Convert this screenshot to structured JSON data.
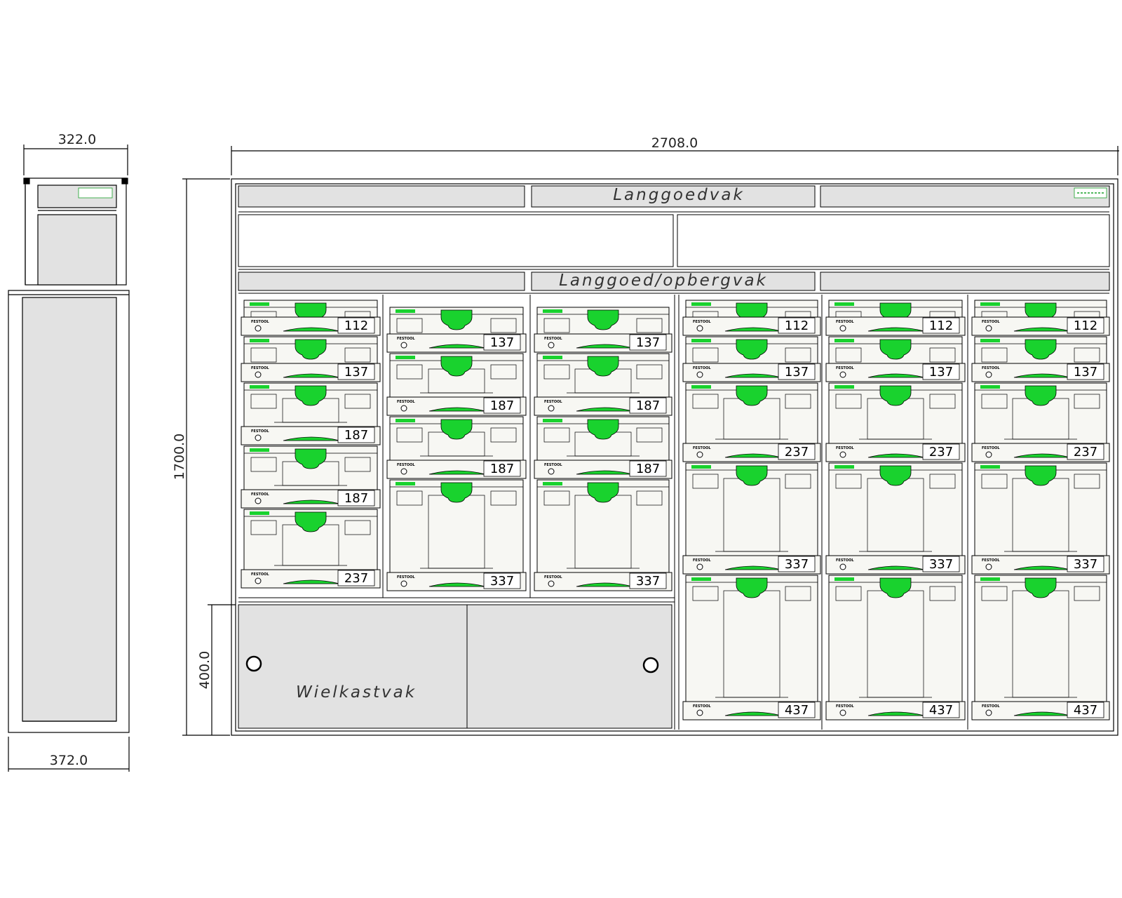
{
  "colors": {
    "line": "#000000",
    "panel_fill": "#e2e2e2",
    "systainer_body": "#f7f7f3",
    "systainer_green": "#19d22e",
    "dimension_line": "#000000"
  },
  "side_view": {
    "top_width": "322.0",
    "bottom_width": "372.0"
  },
  "front_view": {
    "overall_width": "2708.0",
    "overall_height": "1700.0",
    "wheel_section_height": "400.0",
    "labels": {
      "top_compartment": "Langgoedvak",
      "middle_compartment": "Langgoed/opbergvak",
      "wheel_compartment": "Wielkastvak"
    }
  },
  "systainer_brand": "FESTOOL",
  "columns": [
    {
      "name": "column-1",
      "systainers": [
        "112",
        "137",
        "187",
        "187",
        "237"
      ]
    },
    {
      "name": "column-2",
      "systainers": [
        "137",
        "187",
        "187",
        "337"
      ]
    },
    {
      "name": "column-3",
      "systainers": [
        "137",
        "187",
        "187",
        "337"
      ]
    },
    {
      "name": "column-4",
      "systainers": [
        "112",
        "137",
        "237",
        "337",
        "437"
      ]
    },
    {
      "name": "column-5",
      "systainers": [
        "112",
        "137",
        "237",
        "337",
        "437"
      ]
    },
    {
      "name": "column-6",
      "systainers": [
        "112",
        "137",
        "237",
        "337",
        "437"
      ]
    }
  ]
}
